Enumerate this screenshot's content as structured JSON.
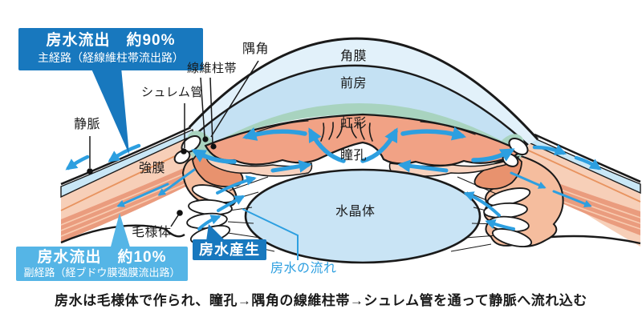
{
  "callouts": {
    "main_outflow": {
      "title": "房水流出　約90%",
      "subtitle": "主経路（経線維柱帯流出路）"
    },
    "secondary_outflow": {
      "title": "房水流出　約10%",
      "subtitle": "副経路（経ブドウ膜強膜流出路）"
    },
    "production": {
      "label": "房水産生"
    }
  },
  "labels": {
    "cornea": "角膜",
    "anterior_chamber": "前房",
    "iris": "虹彩",
    "pupil": "瞳孔",
    "lens": "水晶体",
    "angle": "隅角",
    "trabecular_meshwork": "線維柱帯",
    "schlemm_canal": "シュレム管",
    "vein": "静脈",
    "sclera": "強膜",
    "ciliary_body": "毛様体",
    "aqueous_flow": "房水の流れ"
  },
  "caption": "房水は毛様体で作られ、瞳孔→隅角の線維柱帯→シュレム管を通って静脈へ流れ込む",
  "colors": {
    "callout_dark_blue": "#1878BE",
    "callout_light_blue": "#55B5E6",
    "arrow_blue": "#2D9FE0",
    "cornea": "#E2F1FA",
    "anterior_chamber": "#C4E1F3",
    "trabecular_green": "#A8D3BF",
    "iris_salmon": "#F1A285",
    "iris_light": "#F8D2BE",
    "sclera_peach": "#F7CFB8",
    "muscle_salmon": "#EA9C7E",
    "vein_blue": "#C9E7F6",
    "lens_blue": "#C9E4F5",
    "outline": "#1a1a1a"
  }
}
